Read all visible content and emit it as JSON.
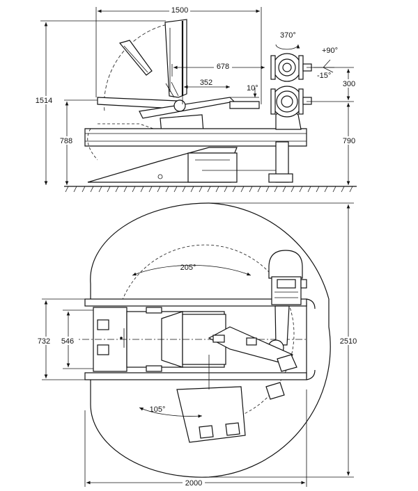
{
  "side_view": {
    "dimensions": {
      "overall_width": "1500",
      "overall_height": "1514",
      "table_height_left": "788",
      "table_height_right": "790",
      "reach_upper": "678",
      "reach_lower": "352",
      "table_tilt": "10°",
      "head_offset": "300"
    },
    "rotation_labels": {
      "rotation": "370°",
      "tilt_up": "+90°",
      "tilt_down": "-15°"
    }
  },
  "plan_view": {
    "dimensions": {
      "overall_depth": "2510",
      "overall_width": "2000",
      "rail_width": "732",
      "inner_width": "546"
    },
    "angles": {
      "upper_swing": "205°",
      "lower_swing": "105°"
    }
  }
}
